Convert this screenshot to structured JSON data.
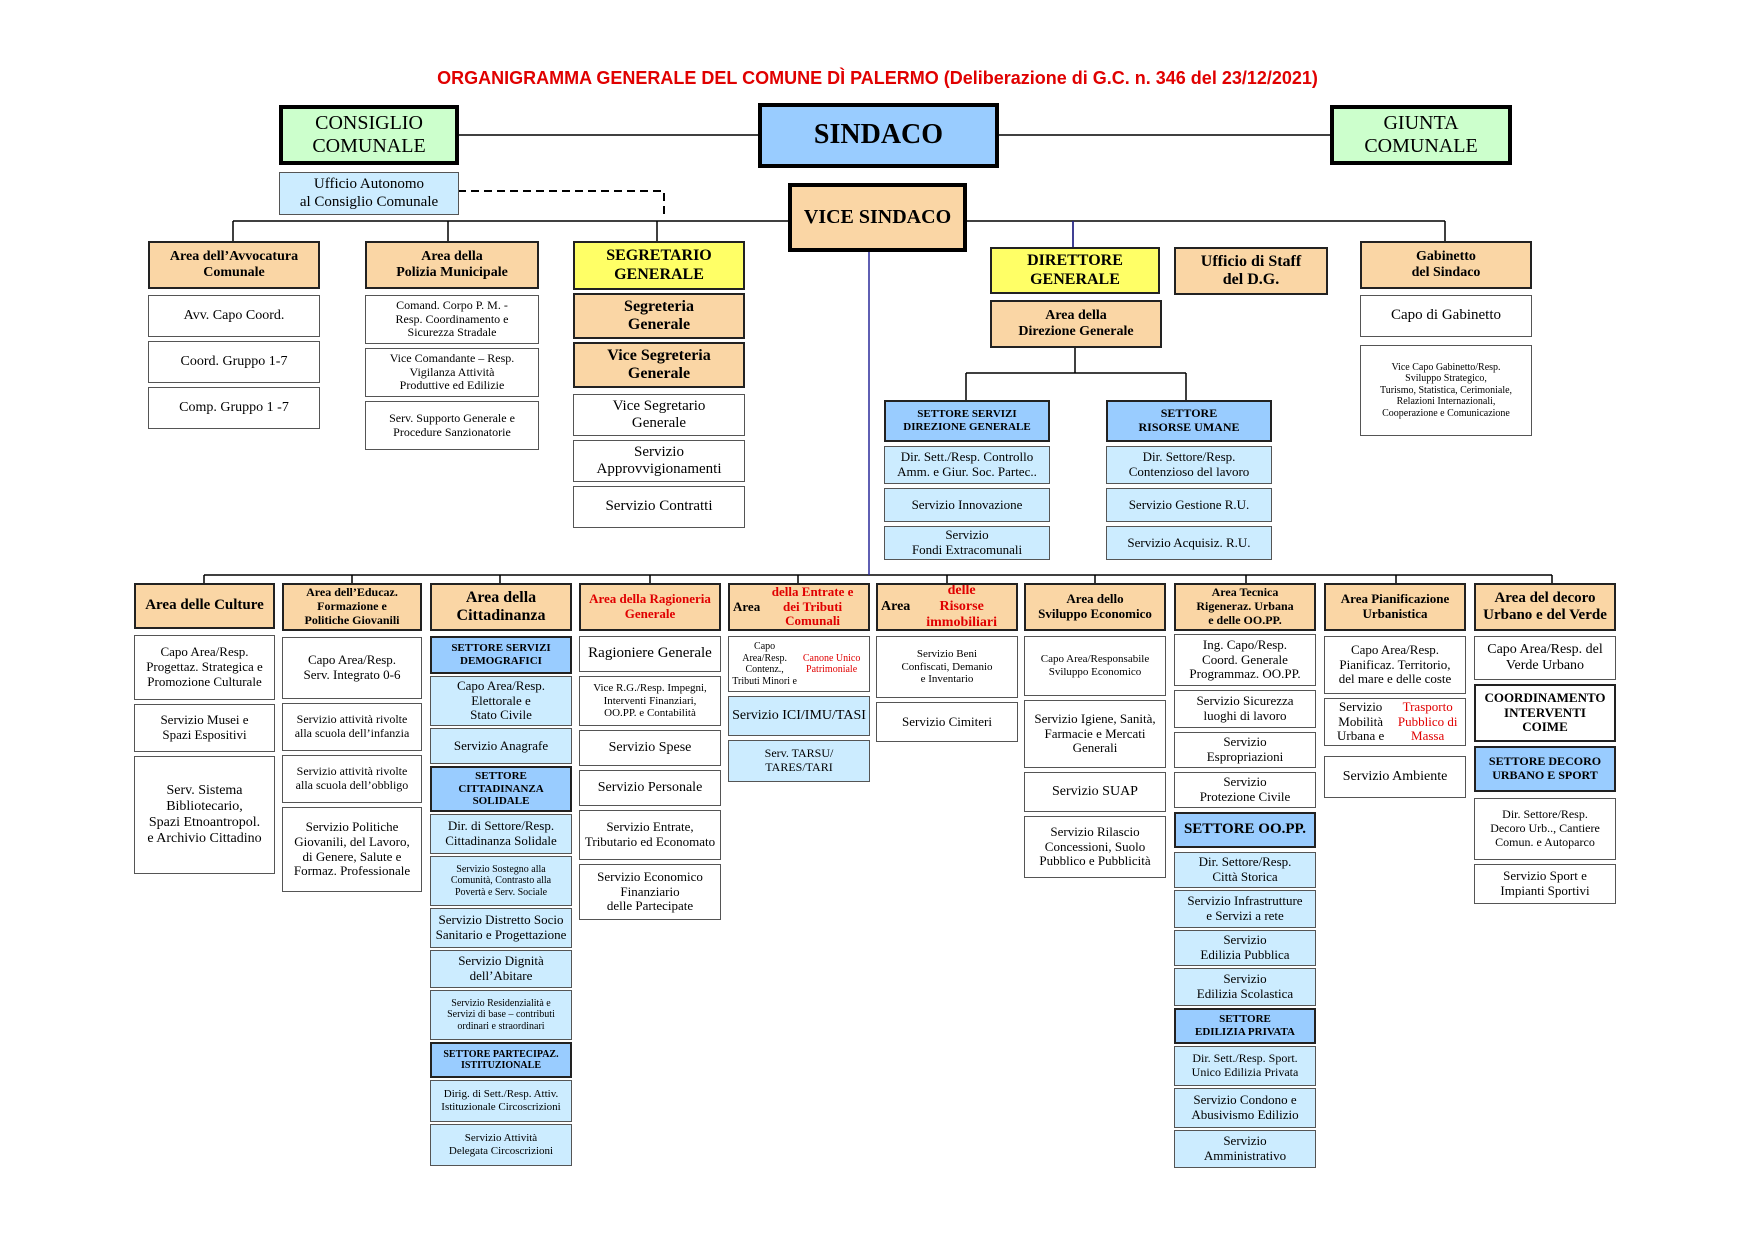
{
  "title": "ORGANIGRAMMA GENERALE DEL COMUNE DÌ PALERMO (Deliberazione di G.C. n. 346 del 23/12/2021)",
  "top": {
    "consiglio": "CONSIGLIO\nCOMUNALE",
    "sindaco": "SINDACO",
    "giunta": "GIUNTA\nCOMUNALE",
    "ufficio_autonomo": "Ufficio Autonomo\nal Consiglio Comunale",
    "vice_sindaco": "VICE SINDACO"
  },
  "upper": {
    "avvocatura": {
      "head": "Area dell’Avvocatura\nComunale",
      "items": [
        "Avv. Capo Coord.",
        "Coord. Gruppo 1-7",
        "Comp. Gruppo 1 -7"
      ]
    },
    "polizia": {
      "head": "Area della\nPolizia Municipale",
      "items": [
        "Comand. Corpo P. M. -\nResp. Coordinamento e\nSicurezza Stradale",
        "Vice Comandante –  Resp.\nVigilanza  Attività\nProduttive ed Edilizie",
        "Serv. Supporto Generale e\nProcedure Sanzionatorie"
      ]
    },
    "segretario": {
      "head": "SEGRETARIO\nGENERALE",
      "sub1": "Segreteria\nGenerale",
      "sub2": "Vice Segreteria\nGenerale",
      "items": [
        "Vice Segretario\nGenerale",
        "Servizio\nApprovvigionamenti",
        "Servizio Contratti"
      ]
    },
    "direttore": {
      "head": "DIRETTORE\nGENERALE",
      "staff": "Ufficio di Staff\ndel D.G.",
      "area": "Area della\nDirezione Generale"
    },
    "settore_servizi_dg": {
      "head": "SETTORE SERVIZI\nDIREZIONE GENERALE",
      "items": [
        "Dir. Sett./Resp. Controllo\nAmm. e Giur. Soc. Partec..",
        "Servizio Innovazione",
        "Servizio\nFondi Extracomunali"
      ]
    },
    "settore_risorse_umane": {
      "head": "SETTORE\nRISORSE UMANE",
      "items": [
        "Dir. Settore/Resp.\nContenzioso del lavoro",
        "Servizio Gestione R.U.",
        "Servizio Acquisiz.  R.U."
      ]
    },
    "gabinetto": {
      "head": "Gabinetto\ndel Sindaco",
      "items": [
        "Capo di Gabinetto",
        "Vice Capo Gabinetto/Resp.\nSviluppo Strategico,\nTurismo, Statistica, Cerimoniale,\nRelazioni Internazionali,\nCooperazione e Comunicazione"
      ]
    }
  },
  "areas": {
    "culture": {
      "head": "Area delle Culture",
      "items": [
        "Capo Area/Resp.\nProgettaz. Strategica  e\nPromozione  Culturale",
        "Servizio Musei e\nSpazi Espositivi",
        "Serv. Sistema\nBibliotecario,\nSpazi Etnoantropol.\ne  Archivio Cittadino"
      ]
    },
    "educazione": {
      "head": "Area dell’Educaz.\nFormazione e\nPolitiche  Giovanili",
      "items": [
        "Capo Area/Resp.\nServ. Integrato 0-6",
        "Servizio attività rivolte\nalla scuola dell’infanzia",
        "Servizio attività rivolte\nalla scuola dell’obbligo",
        "Servizio Politiche\nGiovanili, del Lavoro,\ndi Genere,  Salute e\nFormaz. Professionale"
      ]
    },
    "cittadinanza": {
      "head": "Area della\nCittadinanza",
      "items": [
        "SETTORE  SERVIZI\nDEMOGRAFICI",
        "Capo Area/Resp.\nElettorale  e\nStato Civile",
        "Servizio  Anagrafe",
        "SETTORE\nCITTADINANZA\nSOLIDALE",
        "Dir. di Settore/Resp.\nCittadinanza Solidale",
        "Servizio Sostegno alla\nComunità,  Contrasto alla\nPovertà e Serv. Sociale",
        "Servizio Distretto Socio\nSanitario e Progettazione",
        "Servizio Dignità\ndell’Abitare",
        "Servizio Residenzialità e\nServizi di base – contributi\nordinari e straordinari",
        "SETTORE PARTECIPAZ.\nISTITUZIONALE",
        "Dirig. di Sett./Resp. Attiv.\nIstituzionale  Circoscrizioni",
        "Servizio Attività\nDelegata  Circoscrizioni"
      ]
    },
    "ragioneria": {
      "head": "Area della Ragioneria\nGenerale",
      "items": [
        "Ragioniere Generale",
        "Vice R.G./Resp. Impegni,\nInterventi  Finanziari,\nOO.PP.  e  Contabilità",
        "Servizio  Spese",
        "Servizio  Personale",
        "Servizio  Entrate,\nTributario ed Economato",
        "Servizio Economico\nFinanziario\ndelle Partecipate"
      ]
    },
    "entrate": {
      "head_pre": "Area ",
      "head_red": "della Entrate e\ndei Tributi Comunali",
      "item0_pre": "Capo Area/Resp.\nContenz., Tributi Minori e\n",
      "item0_red": "Canone Unico Patrimoniale",
      "items": [
        "Servizio ICI/IMU/TASI",
        "Serv.  TARSU/\nTARES/TARI"
      ]
    },
    "risorse": {
      "head_pre": "Area ",
      "head_red": "delle\nRisorse immobiliari",
      "items": [
        "Servizio Beni\nConfiscati, Demanio\ne Inventario",
        "Servizio Cimiteri"
      ]
    },
    "sviluppo": {
      "head": "Area dello\nSviluppo Economico",
      "items": [
        "Capo Area/Responsabile\nSviluppo  Economico",
        "Servizio Igiene, Sanità,\nFarmacie e Mercati\nGenerali",
        "Servizio SUAP",
        "Servizio Rilascio\nConcessioni, Suolo\nPubblico e Pubblicità"
      ]
    },
    "tecnica": {
      "head": "Area Tecnica\nRigeneraz.  Urbana\ne delle OO.PP.",
      "items": [
        "Ing. Capo/Resp.\nCoord. Generale\nProgrammaz. OO.PP.",
        "Servizio Sicurezza\nluoghi di lavoro",
        "Servizio\nEspropriazioni",
        "Servizio\nProtezione Civile",
        "SETTORE  OO.PP.",
        "Dir. Settore/Resp.\nCittà Storica",
        "Servizio Infrastrutture\ne Servizi a rete",
        "Servizio\nEdilizia Pubblica",
        "Servizio\nEdilizia Scolastica",
        "SETTORE\nEDILIZIA PRIVATA",
        "Dir. Sett./Resp. Sport.\nUnico Edilizia Privata",
        "Servizio  Condono  e\nAbusivismo Edilizio",
        "Servizio\nAmministrativo"
      ]
    },
    "pianificazione": {
      "head": "Area Pianificazione\nUrbanistica",
      "items": [
        "Capo Area/Resp.\nPianificaz. Territorio,\ndel mare e delle coste",
        "Servizio Mobilità\nUrbana e ",
        "Servizio Ambiente"
      ],
      "item1_red": "Trasporto\nPubblico di Massa"
    },
    "decoro": {
      "head": "Area del decoro\nUrbano e del Verde",
      "items": [
        "Capo Area/Resp. del\nVerde Urbano",
        "COORDINAMENTO\nINTERVENTI\nCOIME",
        "SETTORE  DECORO\nURBANO  E SPORT",
        "Dir. Settore/Resp.\nDecoro Urb.., Cantiere\nComun. e Autoparco",
        "Servizio Sport e\nImpianti Sportivi"
      ]
    }
  },
  "colors": {
    "title": "#e00000",
    "green": "#ccffcc",
    "blue": "#99ccff",
    "pale_blue": "#ccecff",
    "orange": "#fad6a5",
    "yellow": "#ffff66",
    "line_blue": "#2a2a9a"
  }
}
